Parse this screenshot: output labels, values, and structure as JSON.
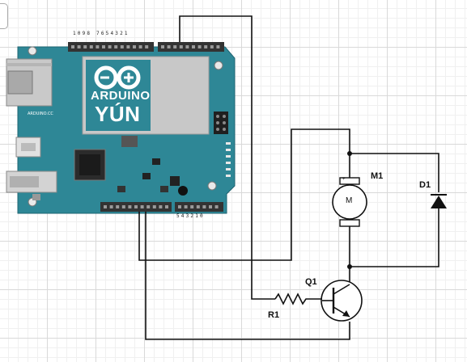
{
  "board": {
    "name": "Arduino Yún",
    "logo_top": "ARDUINO",
    "logo_bottom": "YÚN",
    "brand_small": "ARDUINO.CC",
    "top_pin_labels": "1098 7654321",
    "bottom_pin_labels": "543210",
    "colors": {
      "board": "#2e8796",
      "module": "#c8c8c8",
      "header": "#333333"
    }
  },
  "components": {
    "motor": {
      "label": "M1",
      "symbol": "M"
    },
    "diode": {
      "label": "D1"
    },
    "transistor": {
      "label": "Q1"
    },
    "resistor": {
      "label": "R1"
    }
  },
  "wire_color": "#111111"
}
